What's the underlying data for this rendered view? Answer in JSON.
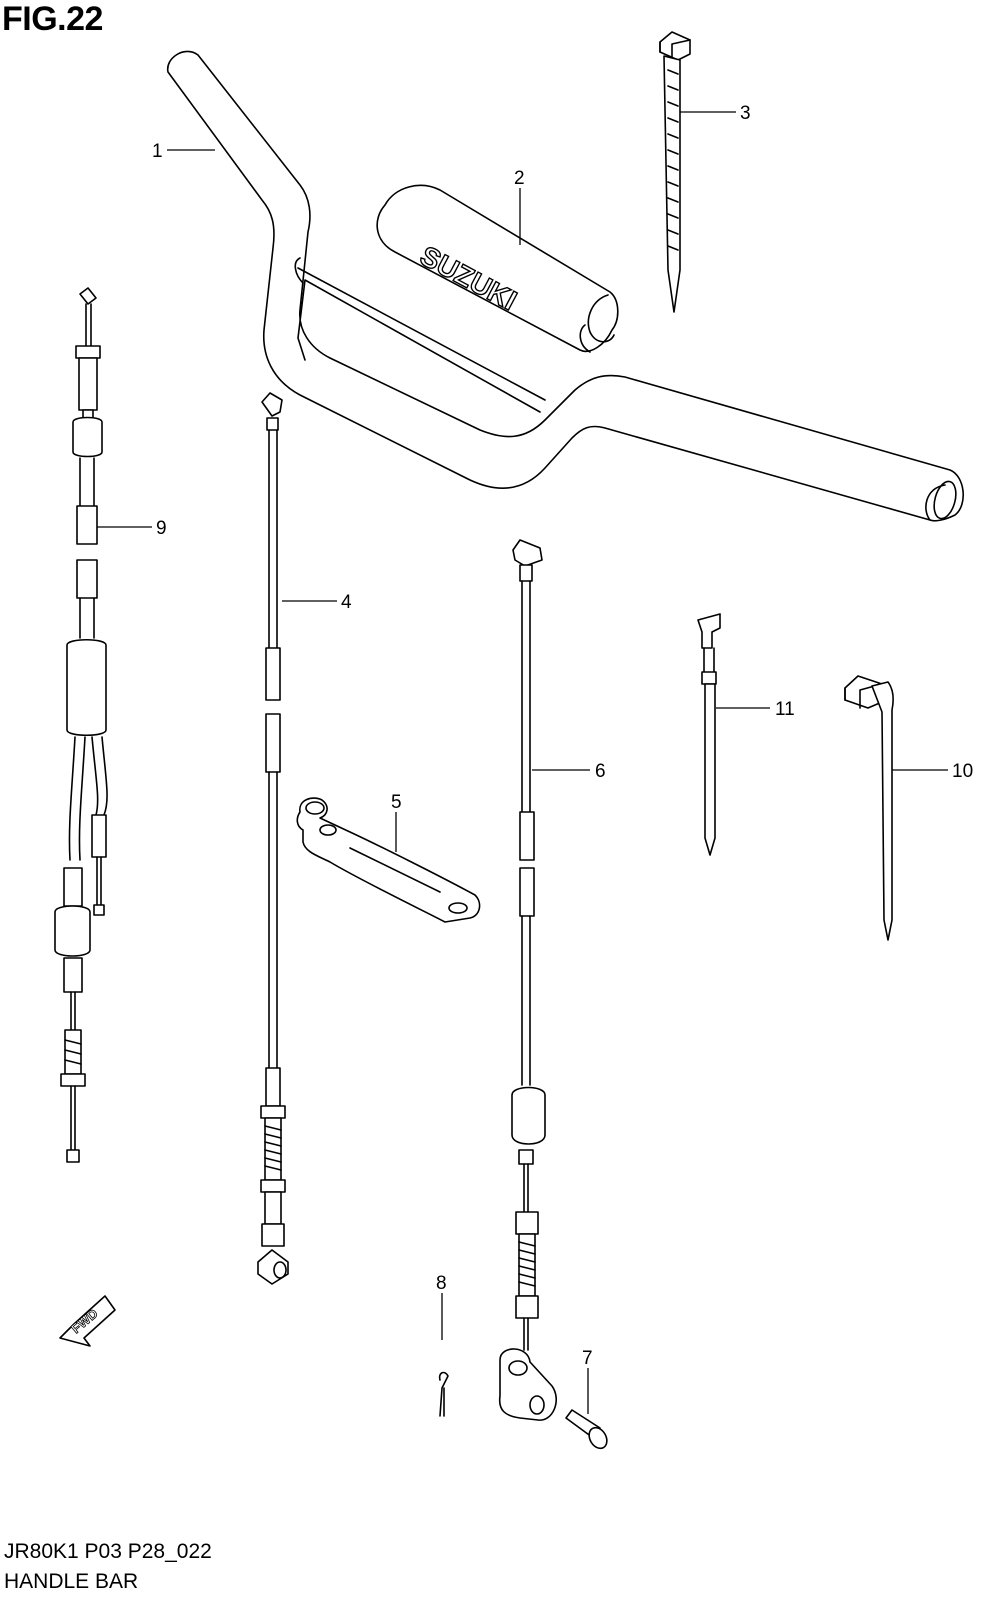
{
  "figure": {
    "title": "FIG.22"
  },
  "brand_text": "SUZUKI",
  "fwd_label": "FWD",
  "callouts": [
    {
      "id": "1",
      "label": "1"
    },
    {
      "id": "2",
      "label": "2"
    },
    {
      "id": "3",
      "label": "3"
    },
    {
      "id": "4",
      "label": "4"
    },
    {
      "id": "5",
      "label": "5"
    },
    {
      "id": "6",
      "label": "6"
    },
    {
      "id": "7",
      "label": "7"
    },
    {
      "id": "8",
      "label": "8"
    },
    {
      "id": "9",
      "label": "9"
    },
    {
      "id": "10",
      "label": "10"
    },
    {
      "id": "11",
      "label": "11"
    }
  ],
  "footer": {
    "code": "JR80K1 P03 P28_022",
    "title": "HANDLE BAR"
  }
}
